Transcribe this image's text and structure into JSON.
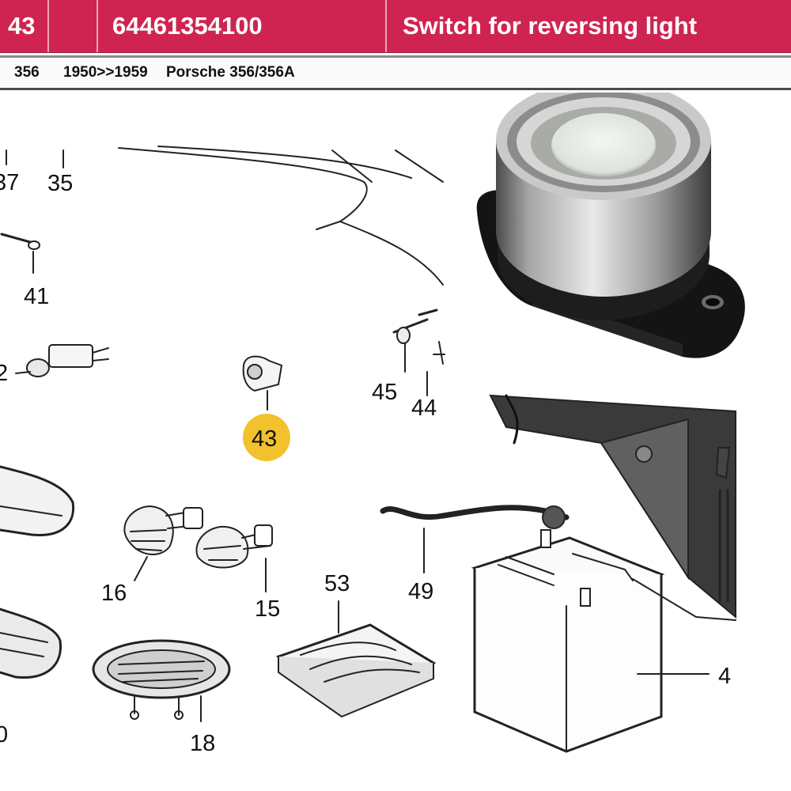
{
  "header": {
    "position": "43",
    "part_number": "64461354100",
    "description": "Switch for reversing light"
  },
  "subheader": {
    "model": "356",
    "years": "1950>>1959",
    "vehicle": "Porsche 356/356A"
  },
  "diagram": {
    "highlight_color": "#f2c12e",
    "callouts": {
      "c37": "37",
      "c35": "35",
      "c41": "41",
      "c42": "2",
      "c43": "43",
      "c45": "45",
      "c44": "44",
      "c16": "16",
      "c15": "15",
      "c53": "53",
      "c49": "49",
      "c18": "18",
      "c40": "0",
      "c4": "4"
    }
  },
  "product_photo": {
    "subject": "reversing-light-switch"
  }
}
